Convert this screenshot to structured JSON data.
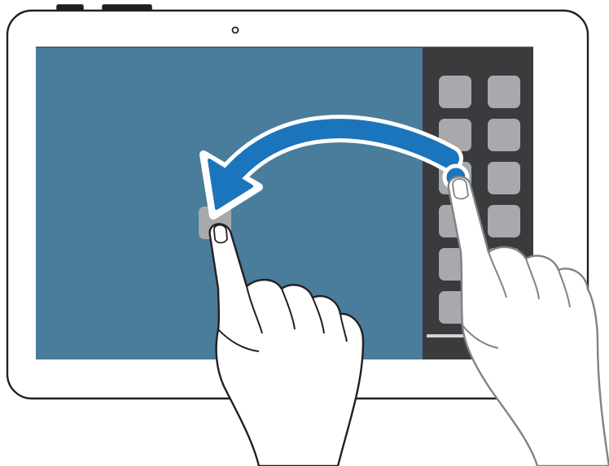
{
  "colors": {
    "background": "#ffffff",
    "device_outline": "#231f20",
    "screen": "#4a7c9b",
    "app_panel": "#3a3b3d",
    "app_tile": "#a7a9ac",
    "arrow": "#1b75bc",
    "touch_point": "#1b75bc",
    "hand_fill": "#ffffff",
    "hand_outline": "#231f20",
    "hand_outline_right": "#808285"
  },
  "device": {
    "type": "tablet",
    "camera_icon": "camera-icon",
    "hardware_buttons": [
      "power-button",
      "volume-button"
    ]
  },
  "screen": {
    "panel": {
      "name": "multi-window-tray",
      "tiles": [
        {
          "icon": "app-icon"
        },
        {
          "icon": "app-icon"
        },
        {
          "icon": "app-icon"
        },
        {
          "icon": "app-icon"
        },
        {
          "icon": "app-icon"
        },
        {
          "icon": "app-icon"
        },
        {
          "icon": "app-icon"
        },
        {
          "icon": "app-icon"
        },
        {
          "icon": "app-icon"
        },
        {
          "icon": "app-icon"
        },
        {
          "icon": "app-icon"
        },
        {
          "icon": "app-icon"
        }
      ],
      "has_handle": true
    },
    "gesture": {
      "action": "drag",
      "icon": "curved-arrow-icon",
      "from": "multi-window-tray",
      "to": "screen"
    }
  }
}
